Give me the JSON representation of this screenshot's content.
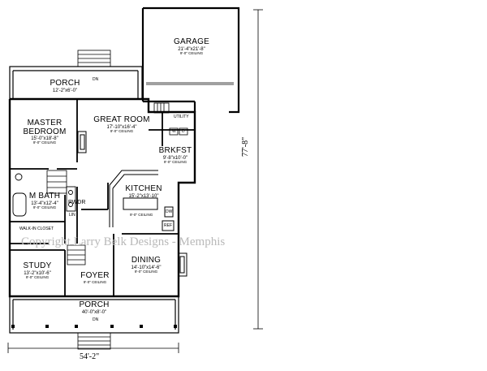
{
  "rooms": {
    "garage": {
      "name": "GARAGE",
      "dim": "21'-4\"x21'-8\"",
      "ceiling": "9'-0\" CEILING"
    },
    "porch_rear": {
      "name": "PORCH",
      "dim": "12'-2\"x6'-0\""
    },
    "master": {
      "name_1": "MASTER",
      "name_2": "BEDROOM",
      "dim": "15'-0\"x18'-8\"",
      "ceiling": "9'-0\" CEILING"
    },
    "great_room": {
      "name": "GREAT ROOM",
      "dim": "17'-10\"x16'-4\"",
      "ceiling": "9'-0\" CEILING"
    },
    "utility": {
      "name": "UTILITY"
    },
    "brkfst": {
      "name": "BRKFST",
      "dim": "9'-8\"x10'-0\"",
      "ceiling": "9'-0\" CEILING"
    },
    "kitchen": {
      "name": "KITCHEN",
      "dim": "15'-2\"x13'-10\"",
      "ceiling": "9'-0\" CEILING"
    },
    "m_bath": {
      "name": "M BATH",
      "dim": "13'-4\"x12'-4\"",
      "ceiling": "9'-0\" CEILING"
    },
    "pwdr": {
      "name": "PWDR"
    },
    "walkin_closet": {
      "name": "WALK-IN CLOSET"
    },
    "study": {
      "name": "STUDY",
      "dim": "13'-2\"x10'-6\"",
      "ceiling": "9'-0\" CEILING"
    },
    "foyer": {
      "name": "FOYER",
      "ceiling": "9'-0\" CEILING"
    },
    "dining": {
      "name": "DINING",
      "dim": "14'-10\"x14'-6\"",
      "ceiling": "9'-0\" CEILING"
    },
    "porch_front": {
      "name": "PORCH",
      "dim": "40'-0\"x8'-0\""
    }
  },
  "dimensions": {
    "width": "54'-2\"",
    "depth": "77'-8\""
  },
  "fixtures": {
    "dn": "DN",
    "w": "W",
    "d": "D",
    "dw": "DW",
    "ref": "REF",
    "lin": "LIN"
  },
  "watermark": "Copyright Larry Belk Designs - Memphis"
}
